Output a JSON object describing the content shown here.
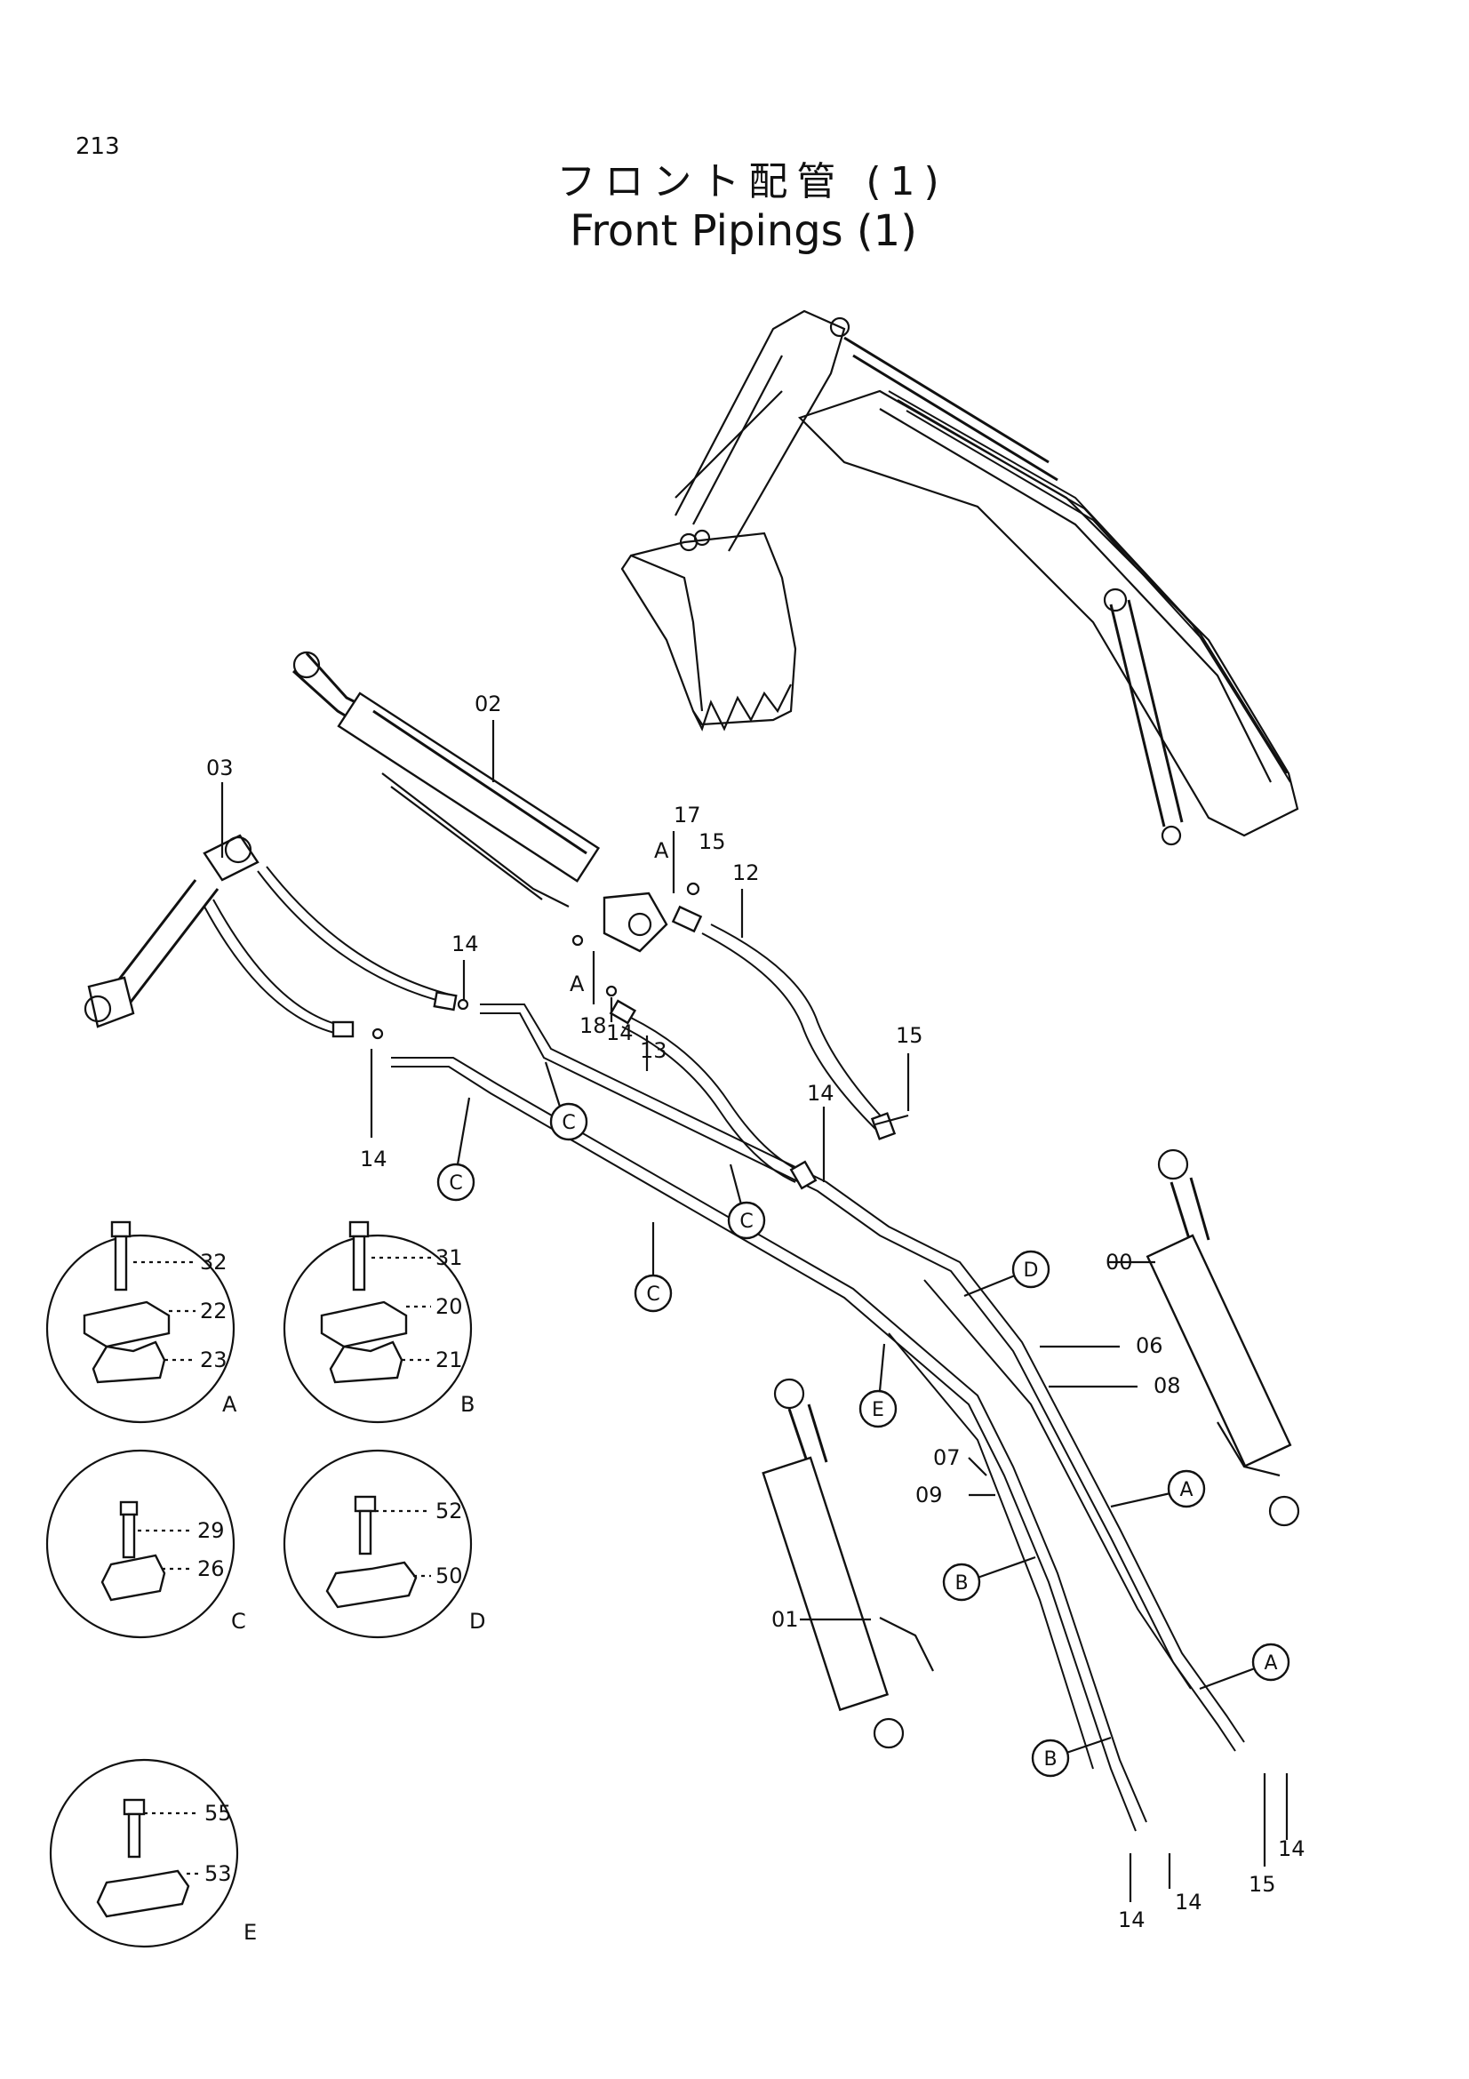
{
  "page": {
    "number": "213",
    "title_jp": "フロント配管 (1)",
    "title_en": "Front Pipings (1)"
  },
  "callouts": {
    "c00": "00",
    "c01": "01",
    "c02": "02",
    "c03": "03",
    "c06": "06",
    "c07": "07",
    "c08": "08",
    "c09": "09",
    "c12": "12",
    "c13": "13",
    "c15a": "15",
    "c15b": "15",
    "c15c": "15",
    "c14a": "14",
    "c14b": "14",
    "c14c": "14",
    "c14d": "14",
    "c14e": "14",
    "c14f": "14",
    "c14g": "14",
    "c17": "17",
    "c18": "18",
    "detA_top": "A",
    "detA_bot": "A"
  },
  "clamp_markers": {
    "c1": "C",
    "c2": "C",
    "c3": "C",
    "c4": "C",
    "d1": "D",
    "e1": "E",
    "a1": "A",
    "a2": "A",
    "b1": "B",
    "b2": "B"
  },
  "details": [
    {
      "view": "A",
      "parts": [
        "32",
        "22",
        "23"
      ]
    },
    {
      "view": "B",
      "parts": [
        "31",
        "20",
        "21"
      ]
    },
    {
      "view": "C",
      "parts": [
        "29",
        "26"
      ]
    },
    {
      "view": "D",
      "parts": [
        "52",
        "50"
      ]
    },
    {
      "view": "E",
      "parts": [
        "55",
        "53"
      ]
    }
  ]
}
